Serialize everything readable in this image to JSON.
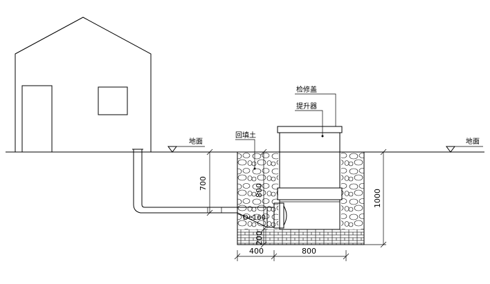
{
  "labels": {
    "inspection_cover": "检修盖",
    "lifter": "提升器",
    "backfill": "回填土",
    "ground_left": "地面",
    "ground_right": "地面",
    "pipe": "De160"
  },
  "dimensions": {
    "depth_700": "700",
    "depth_800": "800",
    "depth_200": "200",
    "depth_1000": "1000",
    "width_400": "400",
    "width_800": "800"
  }
}
